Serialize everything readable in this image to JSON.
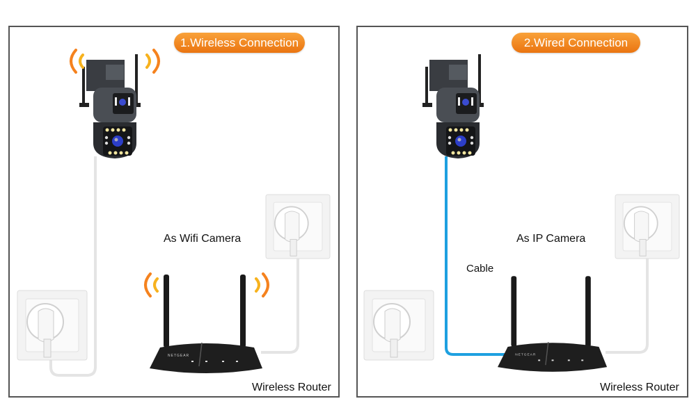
{
  "panels": [
    {
      "title": "1.Wireless Connection",
      "caption": "As Wifi Camera",
      "router_label": "Wireless Router",
      "connection": "wireless"
    },
    {
      "title": "2.Wired Connection",
      "caption": "As IP Camera",
      "cable_label": "Cable",
      "router_label": "Wireless Router",
      "connection": "wired"
    }
  ],
  "router_brand_logo": "NETGEAR",
  "colors": {
    "badge": "#f08a1e",
    "signal_waves": "#f5931e",
    "ethernet_cable": "#1ea0e0",
    "power_cable": "#e6e6e6",
    "frame": "#555555"
  }
}
